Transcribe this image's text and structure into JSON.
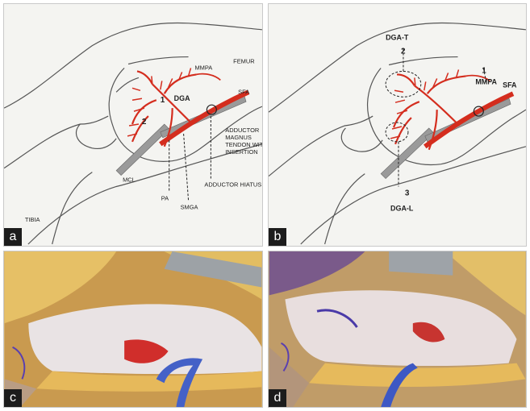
{
  "panels": {
    "a": {
      "letter": "a",
      "labels": {
        "femur": "FEMUR",
        "mmpa": "MMPA",
        "dga": "DGA",
        "sfa": "SFA",
        "num1": "1",
        "num2": "2",
        "adductor1": "ADDUCTOR",
        "adductor2": "MAGNUS",
        "adductor3": "TENDON WITH",
        "adductor4": "INSERTION",
        "mcl": "MCL",
        "pa": "PA",
        "smga": "SMGA",
        "adductor_hiatus": "ADDUCTOR HIATUS",
        "tibia": "TIBIA"
      }
    },
    "b": {
      "letter": "b",
      "labels": {
        "dga_t": "DGA-T",
        "num2": "2",
        "num1": "1",
        "mmpa": "MMPA",
        "sfa": "SFA",
        "num3": "3",
        "dga_l": "DGA-L"
      }
    },
    "c": {
      "letter": "c"
    },
    "d": {
      "letter": "d"
    }
  },
  "colors": {
    "artery": "#d42d1e",
    "sketch": "#4a4a4a",
    "fat": "#e9c268",
    "marker": "#5a3fb0"
  }
}
